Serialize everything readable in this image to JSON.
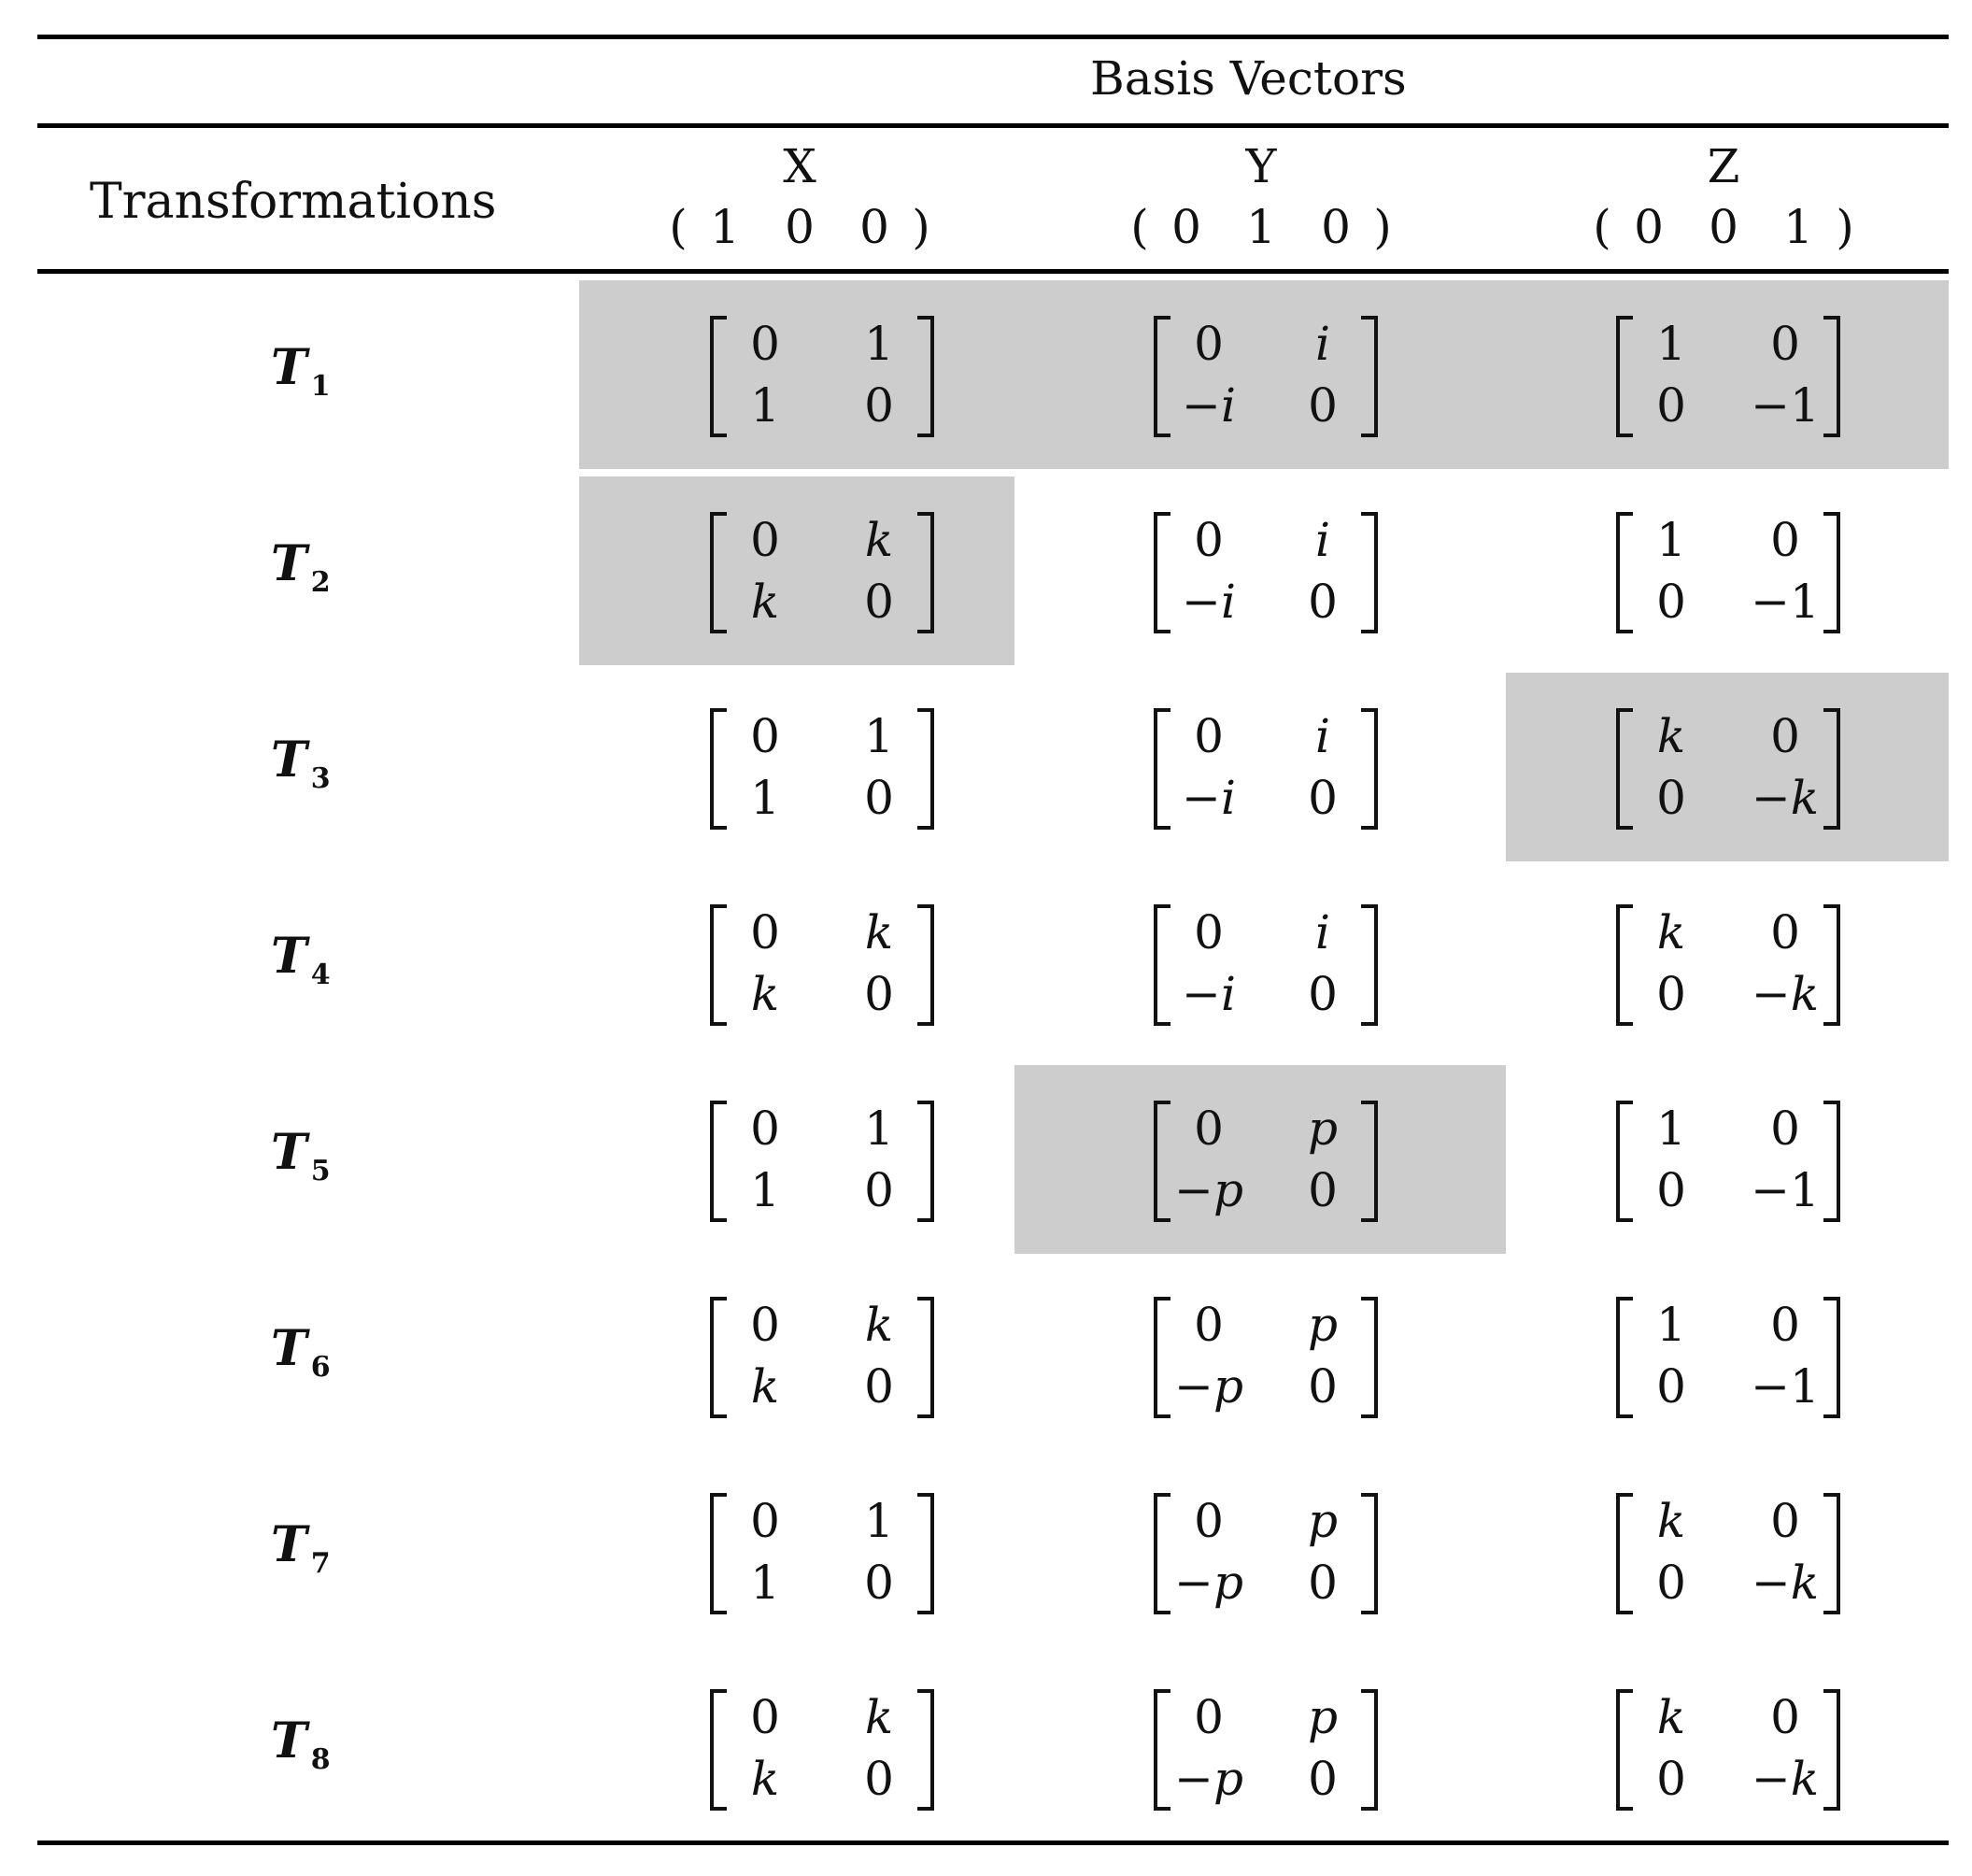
{
  "table": {
    "group_header": "Basis Vectors",
    "row_header": "Transformations",
    "columns": [
      {
        "label": "X",
        "vector": [
          "1",
          "0",
          "0"
        ]
      },
      {
        "label": "Y",
        "vector": [
          "0",
          "1",
          "0"
        ]
      },
      {
        "label": "Z",
        "vector": [
          "0",
          "0",
          "1"
        ]
      }
    ],
    "rows": [
      {
        "label": "T",
        "sub": "1",
        "cells": [
          [
            [
              "0",
              "1"
            ],
            [
              "1",
              "0"
            ]
          ],
          [
            [
              "0",
              "i"
            ],
            [
              "−i",
              "0"
            ]
          ],
          [
            [
              "1",
              "0"
            ],
            [
              "0",
              "−1"
            ]
          ]
        ],
        "highlighted": [
          true,
          true,
          true
        ]
      },
      {
        "label": "T",
        "sub": "2",
        "cells": [
          [
            [
              "0",
              "k"
            ],
            [
              "k",
              "0"
            ]
          ],
          [
            [
              "0",
              "i"
            ],
            [
              "−i",
              "0"
            ]
          ],
          [
            [
              "1",
              "0"
            ],
            [
              "0",
              "−1"
            ]
          ]
        ],
        "highlighted": [
          true,
          false,
          false
        ]
      },
      {
        "label": "T",
        "sub": "3",
        "cells": [
          [
            [
              "0",
              "1"
            ],
            [
              "1",
              "0"
            ]
          ],
          [
            [
              "0",
              "i"
            ],
            [
              "−i",
              "0"
            ]
          ],
          [
            [
              "k",
              "0"
            ],
            [
              "0",
              "−k"
            ]
          ]
        ],
        "highlighted": [
          false,
          false,
          true
        ]
      },
      {
        "label": "T",
        "sub": "4",
        "cells": [
          [
            [
              "0",
              "k"
            ],
            [
              "k",
              "0"
            ]
          ],
          [
            [
              "0",
              "i"
            ],
            [
              "−i",
              "0"
            ]
          ],
          [
            [
              "k",
              "0"
            ],
            [
              "0",
              "−k"
            ]
          ]
        ],
        "highlighted": [
          false,
          false,
          false
        ]
      },
      {
        "label": "T",
        "sub": "5",
        "cells": [
          [
            [
              "0",
              "1"
            ],
            [
              "1",
              "0"
            ]
          ],
          [
            [
              "0",
              "p"
            ],
            [
              "−p",
              "0"
            ]
          ],
          [
            [
              "1",
              "0"
            ],
            [
              "0",
              "−1"
            ]
          ]
        ],
        "highlighted": [
          false,
          true,
          false
        ]
      },
      {
        "label": "T",
        "sub": "6",
        "cells": [
          [
            [
              "0",
              "k"
            ],
            [
              "k",
              "0"
            ]
          ],
          [
            [
              "0",
              "p"
            ],
            [
              "−p",
              "0"
            ]
          ],
          [
            [
              "1",
              "0"
            ],
            [
              "0",
              "−1"
            ]
          ]
        ],
        "highlighted": [
          false,
          false,
          false
        ]
      },
      {
        "label": "T",
        "sub": "7",
        "cells": [
          [
            [
              "0",
              "1"
            ],
            [
              "1",
              "0"
            ]
          ],
          [
            [
              "0",
              "p"
            ],
            [
              "−p",
              "0"
            ]
          ],
          [
            [
              "k",
              "0"
            ],
            [
              "0",
              "−k"
            ]
          ]
        ],
        "highlighted": [
          false,
          false,
          false
        ]
      },
      {
        "label": "T",
        "sub": "8",
        "cells": [
          [
            [
              "0",
              "k"
            ],
            [
              "k",
              "0"
            ]
          ],
          [
            [
              "0",
              "p"
            ],
            [
              "−p",
              "0"
            ]
          ],
          [
            [
              "k",
              "0"
            ],
            [
              "0",
              "−k"
            ]
          ]
        ],
        "highlighted": [
          false,
          false,
          false
        ]
      }
    ],
    "highlight_color": "#cdcdcd"
  }
}
